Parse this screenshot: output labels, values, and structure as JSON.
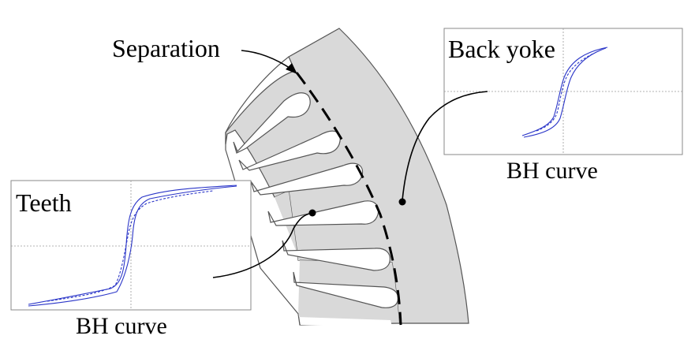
{
  "labels": {
    "separation": "Separation",
    "back_yoke": "Back yoke",
    "teeth": "Teeth",
    "bh_curve_right": "BH curve",
    "bh_curve_left": "BH curve"
  },
  "colors": {
    "stator_fill": "#d9d9d9",
    "stator_stroke": "#555555",
    "curve": "#2a35c8",
    "grid": "#9a9a9a",
    "panel_border": "#8a8a8a",
    "line": "#000000"
  }
}
